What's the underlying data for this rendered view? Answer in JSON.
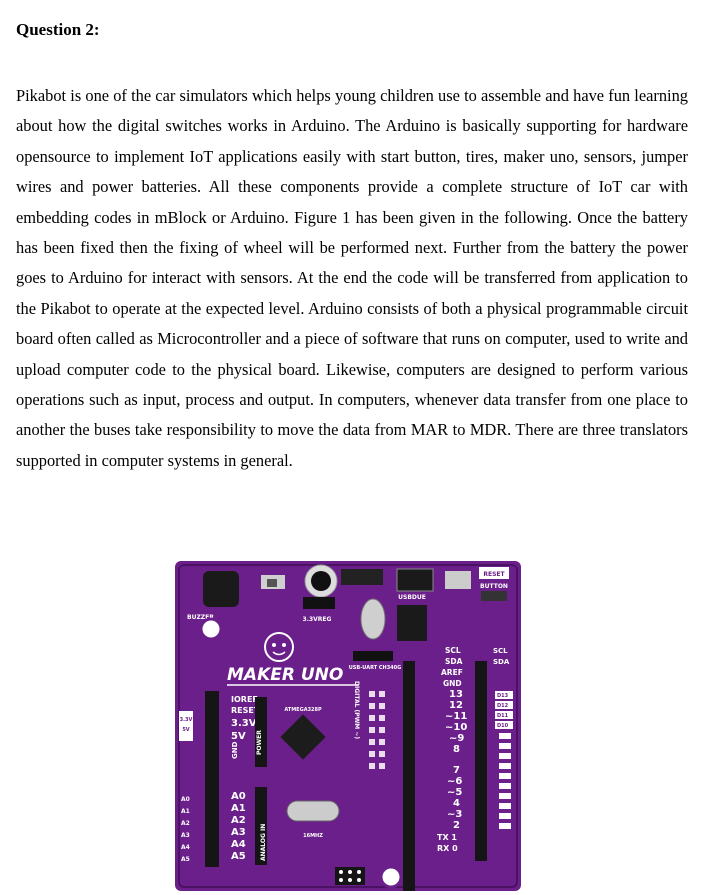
{
  "question": {
    "heading": "Question 2:",
    "paragraph": "Pikabot is one of the car simulators which helps young children use to assemble and have fun learning about how the digital switches works in Arduino. The Arduino is basically supporting for hardware opensource to implement IoT applications easily with start button, tires, maker uno, sensors, jumper wires and power batteries. All these components provide a complete structure of IoT car with embedding codes in mBlock or Arduino. Figure 1 has been given in the following. Once the battery has been fixed then the fixing of wheel will be performed next. Further from the battery the power goes to Arduino for interact with sensors. At the end the code will be transferred from application to the Pikabot to operate at the expected level. Arduino consists of both a physical programmable circuit board often called as Microcontroller and a piece of software that runs on computer, used to write and upload computer code to the physical board. Likewise, computers are designed to perform various operations such as input, process and output. In computers, whenever data transfer from one place to another the buses take responsibility to move the data from MAR to MDR. There are three translators supported in computer systems in general."
  },
  "board": {
    "brand": "MAKER UNO",
    "buzzer": "BUZZER",
    "reset": "RESET",
    "button": "BUTTON",
    "regulator": "3.3VREG",
    "usb_label": "USBDUE",
    "usb_chip": "USB-UART CH340G",
    "mcu": "ATMEGA328P",
    "crystal": "16MHZ",
    "power_header": "POWER",
    "analog_header": "ANALOG IN",
    "digital_header": "DIGITAL (PWM ~)",
    "power_pins": [
      "IOREF",
      "RESET",
      "3.3V",
      "5V",
      "GND"
    ],
    "analog_pins": [
      "A0",
      "A1",
      "A2",
      "A3",
      "A4",
      "A5"
    ],
    "left_leds": [
      "A0",
      "A1",
      "A2",
      "A3",
      "A4",
      "A5"
    ],
    "digital_top": [
      "SCL",
      "SDA",
      "AREF",
      "GND",
      "13",
      "12",
      "~11",
      "~10",
      "~9",
      "8"
    ],
    "digital_bottom": [
      "7",
      "~6",
      "~5",
      "4",
      "~3",
      "2",
      "TX 1",
      "RX 0"
    ],
    "right_labels": [
      "SCL",
      "SDA"
    ],
    "volt_labels": [
      "3.3V",
      "5V"
    ],
    "d_labels": [
      "D13",
      "D12",
      "D11",
      "D10"
    ]
  },
  "colors": {
    "board": "#6b1f8a",
    "board_dark": "#3f0d57",
    "silkscreen": "#ffffff",
    "header": "#151515",
    "chip": "#1c1c1c"
  }
}
